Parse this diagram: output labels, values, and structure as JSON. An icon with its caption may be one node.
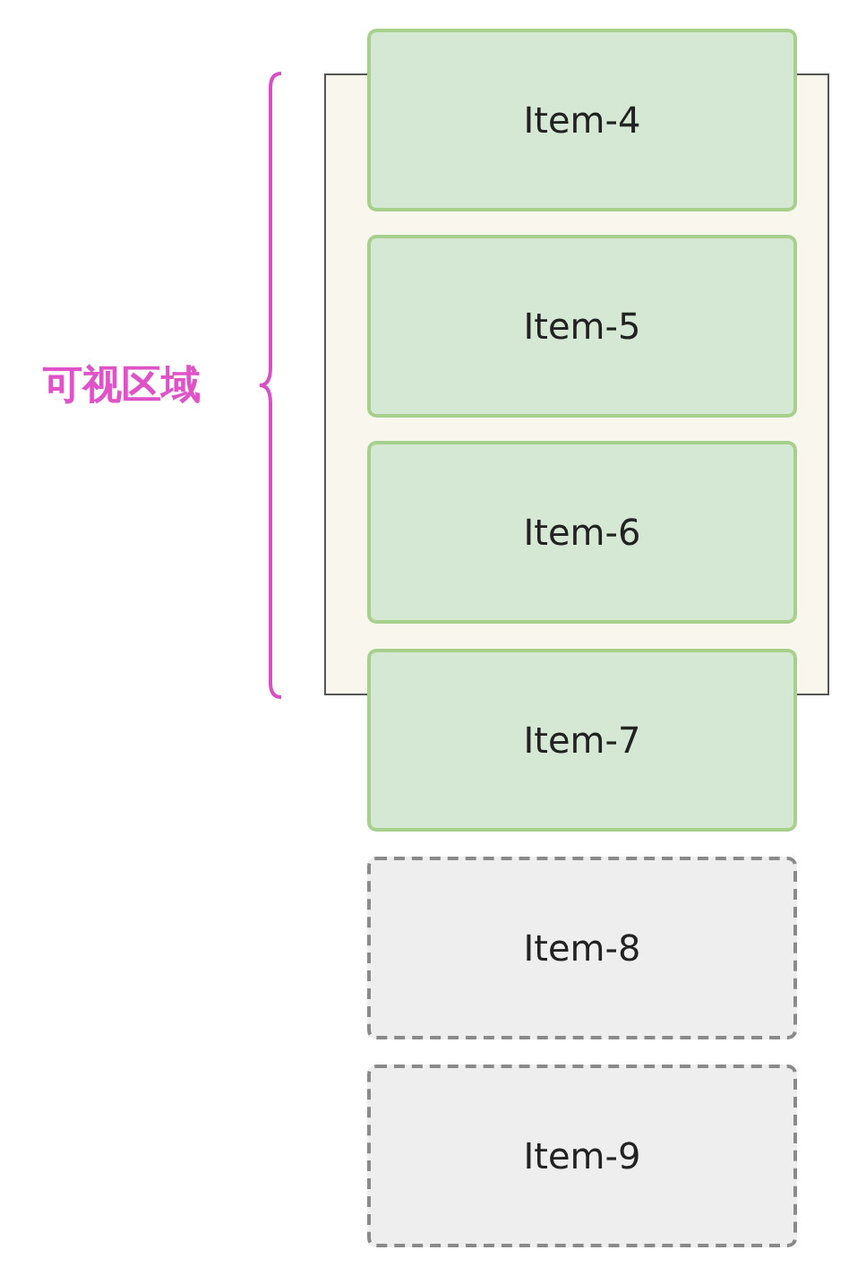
{
  "diagram": {
    "nodes": [
      {
        "text": [],
        "shape": "box"
      },
      {
        "text": [
          "Item-4"
        ]
      },
      {
        "text": [
          "Item-5"
        ],
        "in": 0
      },
      {
        "text": [
          "Item-6"
        ],
        "in": 0
      },
      {
        "text": [
          "Item-7"
        ]
      },
      {
        "text": [
          "Item-8"
        ]
      },
      {
        "text": [
          "Item-9"
        ]
      }
    ],
    "labels": [
      "可视区域"
    ]
  }
}
